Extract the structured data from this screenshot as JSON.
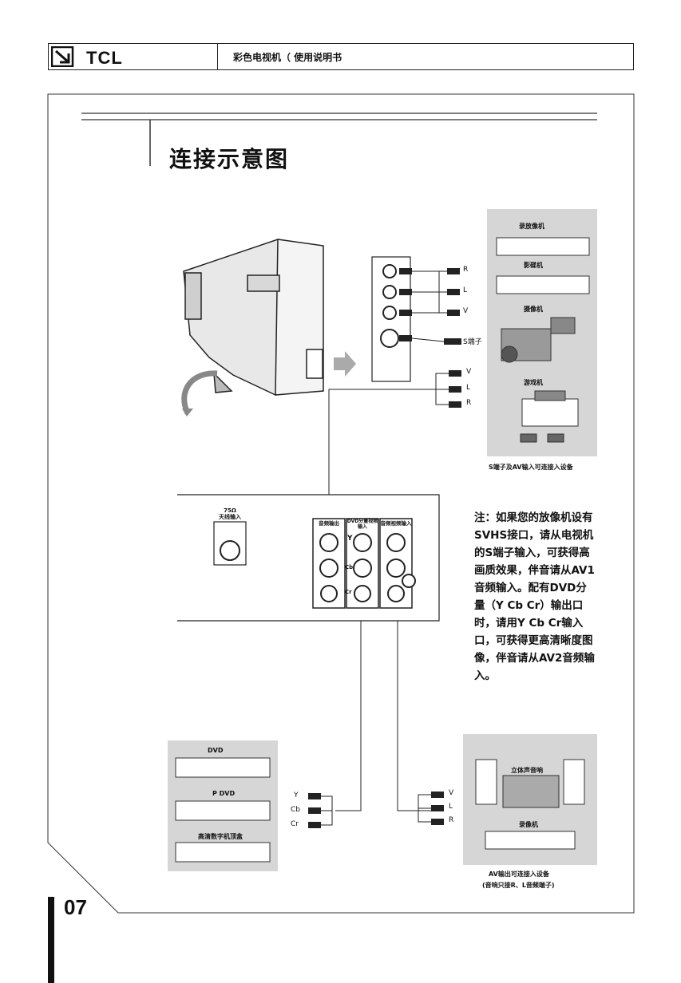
{
  "header": {
    "brand": "TCL",
    "subtitle": "彩色电视机（ 使用说明书"
  },
  "page_title": "连接示意图",
  "panel_side": {
    "jacks": [
      "R",
      "L",
      "V"
    ],
    "s_label": "S端子",
    "out_labels": [
      "V",
      "L",
      "R"
    ]
  },
  "devices_top": {
    "labels": [
      "录放像机",
      "影碟机",
      "摄像机",
      "游戏机"
    ],
    "caption": "S端子及AV输入可连接入设备"
  },
  "rear_panel": {
    "antenna_label": "75Ω\n天线输入",
    "col_labels": [
      "音频输出",
      "DVD分量视频输入",
      "音频视频输入"
    ],
    "mid_labels": [
      "Y",
      "Cb",
      "Cr"
    ]
  },
  "note": "注：如果您的放像机设有SVHS接口，请从电视机的S端子输入，可获得高画质效果，伴音请从AV1音频输入。配有DVD分量（Y Cb Cr）输出口时，请用Y Cb Cr输入口，可获得更高清晰度图像，伴音请从AV2音频输入。",
  "devices_bottom_left": {
    "labels": [
      "DVD",
      "P DVD",
      "高清数字机顶盒"
    ],
    "jacks": [
      "Y",
      "Cb",
      "Cr"
    ]
  },
  "devices_bottom_right": {
    "labels": [
      "立体声音响",
      "录像机"
    ],
    "jacks": [
      "V",
      "L",
      "R"
    ],
    "caption_1": "AV输出可连接入设备",
    "caption_2": "(音响只接R、L音频端子)"
  },
  "page_number": "07"
}
